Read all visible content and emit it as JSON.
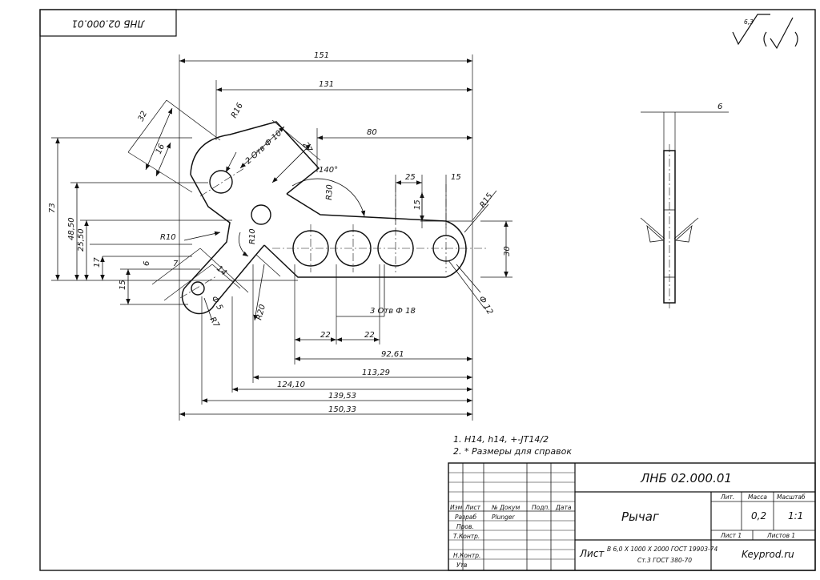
{
  "stamp": {
    "mirrored_code": "ЛНБ 02.000.01"
  },
  "roughness": {
    "value": "6,3"
  },
  "dimensions": {
    "d151": "151",
    "d131": "131",
    "d80": "80",
    "d32": "32",
    "d16": "16",
    "r16": "R16",
    "holes_2": "2 Отв Ф 10",
    "d27": "27",
    "a140": "140°",
    "r30": "R30",
    "d25": "25",
    "d15a": "15",
    "d15b": "15",
    "r15": "R15",
    "d73": "73",
    "d48_50": "48,50",
    "d25_50": "25,50",
    "d17": "17",
    "d6": "6",
    "d15c": "15",
    "r10a": "R10",
    "r10b": "R10",
    "d7": "7",
    "d14": "14",
    "d5": "Ф 5",
    "r7": "R7",
    "r20": "R20",
    "d30": "30",
    "d12": "Ф 12",
    "holes_3": "3 Отв Ф 18",
    "d22a": "22",
    "d22b": "22",
    "d92_61": "92,61",
    "d113_29": "113,29",
    "d124_10": "124,10",
    "d139_53": "139,53",
    "d150_33": "150,33",
    "thickness": "6"
  },
  "notes": {
    "note1": "1. H14, h14, +-JT14/2",
    "note2": "2. * Размеры для справок"
  },
  "title_block": {
    "designation": "ЛНБ 02.000.01",
    "name": "Рычаг",
    "material_line1": "В 6,0 X 1000 X 2000 ГОСТ 19903-74",
    "material_line2": "Ст.3 ГОСТ 380-70",
    "material_prefix": "Лист",
    "org": "Keyprod.ru",
    "headers": {
      "izm": "Изм",
      "list": "Лист",
      "doc": "№ Докум",
      "sign": "Подп.",
      "date": "Дата",
      "lit": "Лит.",
      "mass": "Масса",
      "scale": "Масштаб"
    },
    "roles": {
      "razrab": "Разраб",
      "prov": "Пров.",
      "tkontr": "Т.Контр.",
      "nkontr": "Н.Контр.",
      "utv": "Утв"
    },
    "developer": "Plunger",
    "mass_value": "0,2",
    "scale_value": "1:1",
    "sheet": "Лист 1",
    "sheets": "Листов 1"
  }
}
